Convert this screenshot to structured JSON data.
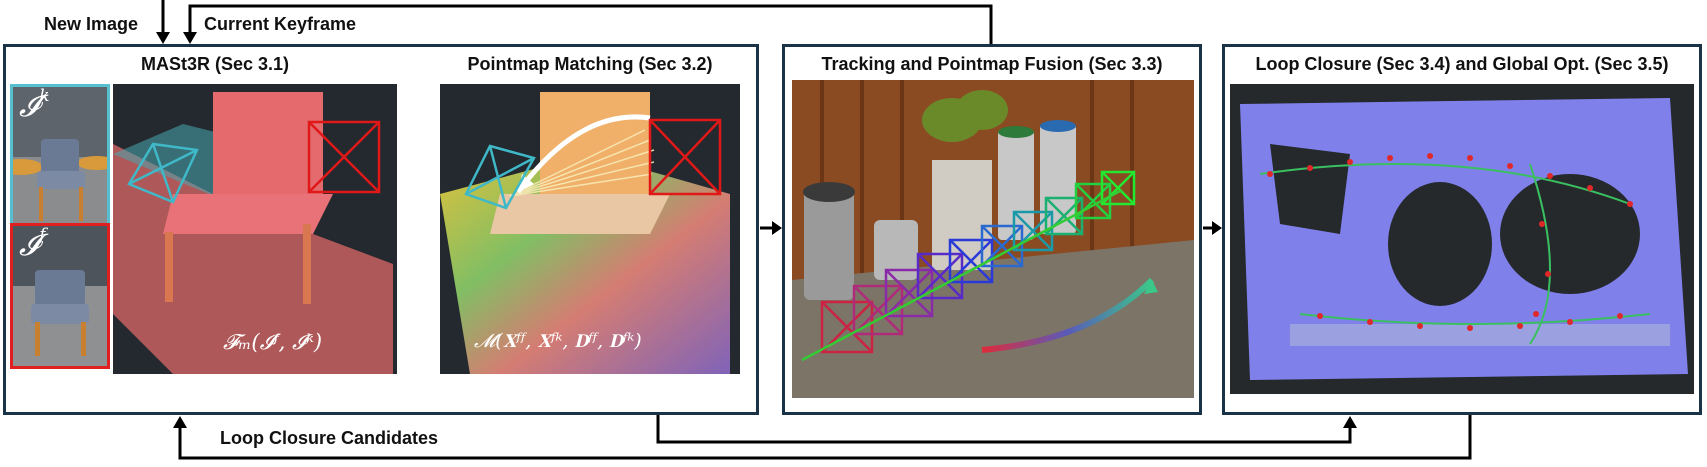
{
  "labels": {
    "new_image": "New Image",
    "current_keyframe": "Current Keyframe",
    "loop_closure_candidates": "Loop Closure Candidates"
  },
  "panels": {
    "mast3r": "MASt3R (Sec 3.1)",
    "matching": "Pointmap Matching (Sec 3.2)",
    "tracking": "Tracking and Pointmap Fusion (Sec 3.3)",
    "loop": "Loop Closure (Sec 3.4) and Global Opt. (Sec 3.5)"
  },
  "formulas": {
    "mast3r": "𝓕ₘ(𝓘ᶠ, 𝓘ᵏ)",
    "matching": "𝓜(𝐗ᶠᶠ, 𝐗ᶠᵏ, 𝐃ᶠᶠ, 𝐃ᶠᵏ)"
  },
  "thumbnails": {
    "keyframe_symbol": "𝓘",
    "keyframe_sup": "k",
    "frame_symbol": "𝓘",
    "frame_sup": "f"
  },
  "colors": {
    "panel_border": "#1b3346",
    "keyframe_border": "#55bfd0",
    "frame_border": "#e02020",
    "camera_cyan": "#3fb8c8",
    "camera_red": "#e01818",
    "arrow": "#000000"
  }
}
